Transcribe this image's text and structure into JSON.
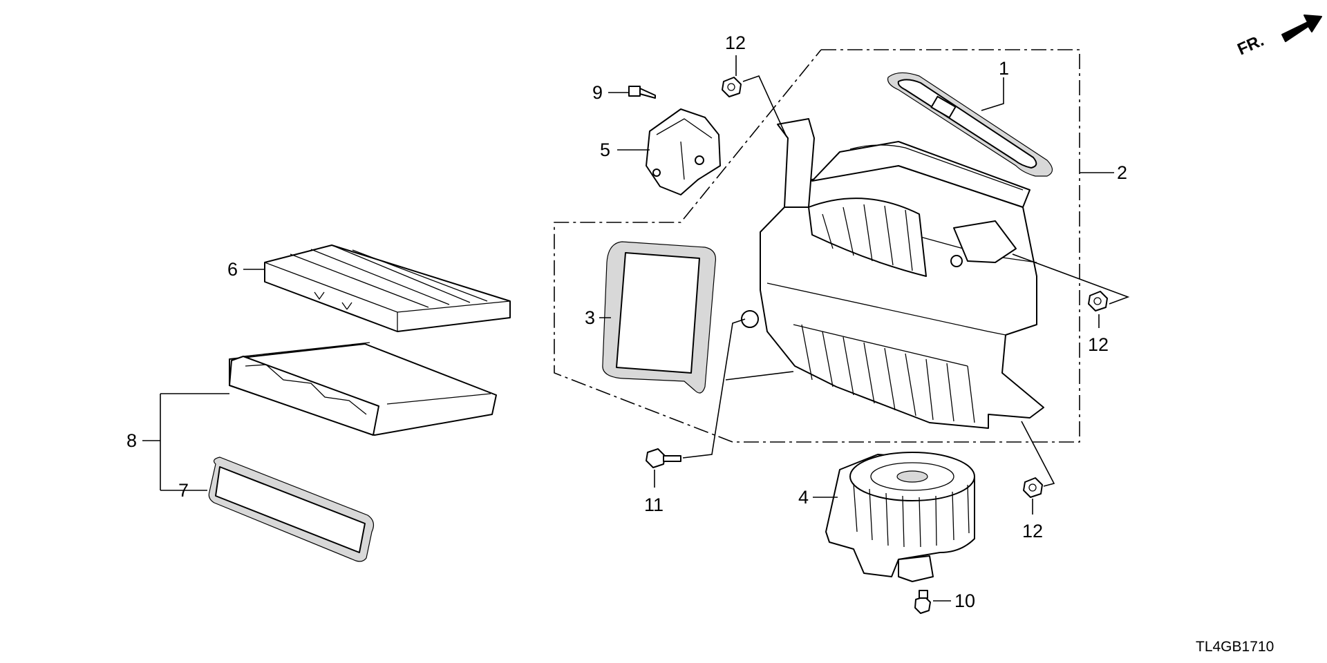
{
  "diagram": {
    "orientation_label": "FR.",
    "code": "TL4GB1710",
    "callouts": {
      "p1": "1",
      "p2": "2",
      "p3": "3",
      "p4": "4",
      "p5": "5",
      "p6": "6",
      "p7": "7",
      "p8": "8",
      "p9": "9",
      "p10": "10",
      "p11": "11",
      "p12a": "12",
      "p12b": "12",
      "p12c": "12"
    }
  }
}
